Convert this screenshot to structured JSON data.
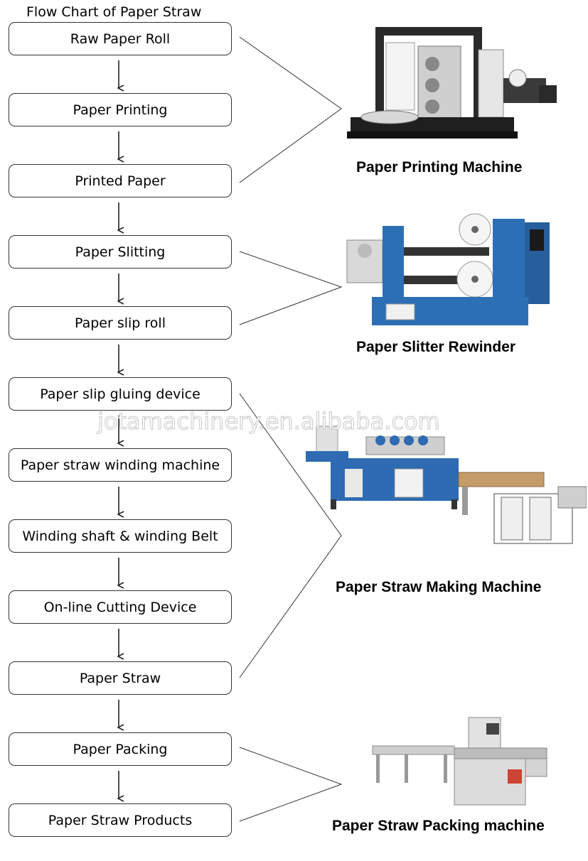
{
  "title": "Flow Chart of Paper Straw",
  "steps": [
    "Raw Paper Roll",
    "Paper Printing",
    "Printed Paper",
    "Paper Slitting",
    "Paper slip roll",
    "Paper slip gluing device",
    "Paper straw winding machine",
    "Winding shaft & winding Belt",
    "On-line Cutting Device",
    "Paper Straw",
    "Paper Packing",
    "Paper Straw Products"
  ],
  "machines": {
    "printing": "Paper Printing Machine",
    "slitter": "Paper Slitter Rewinder",
    "straw": "Paper Straw Making Machine",
    "packing": "Paper Straw Packing machine"
  },
  "watermark": "jotamachinery.en.alibaba.com"
}
